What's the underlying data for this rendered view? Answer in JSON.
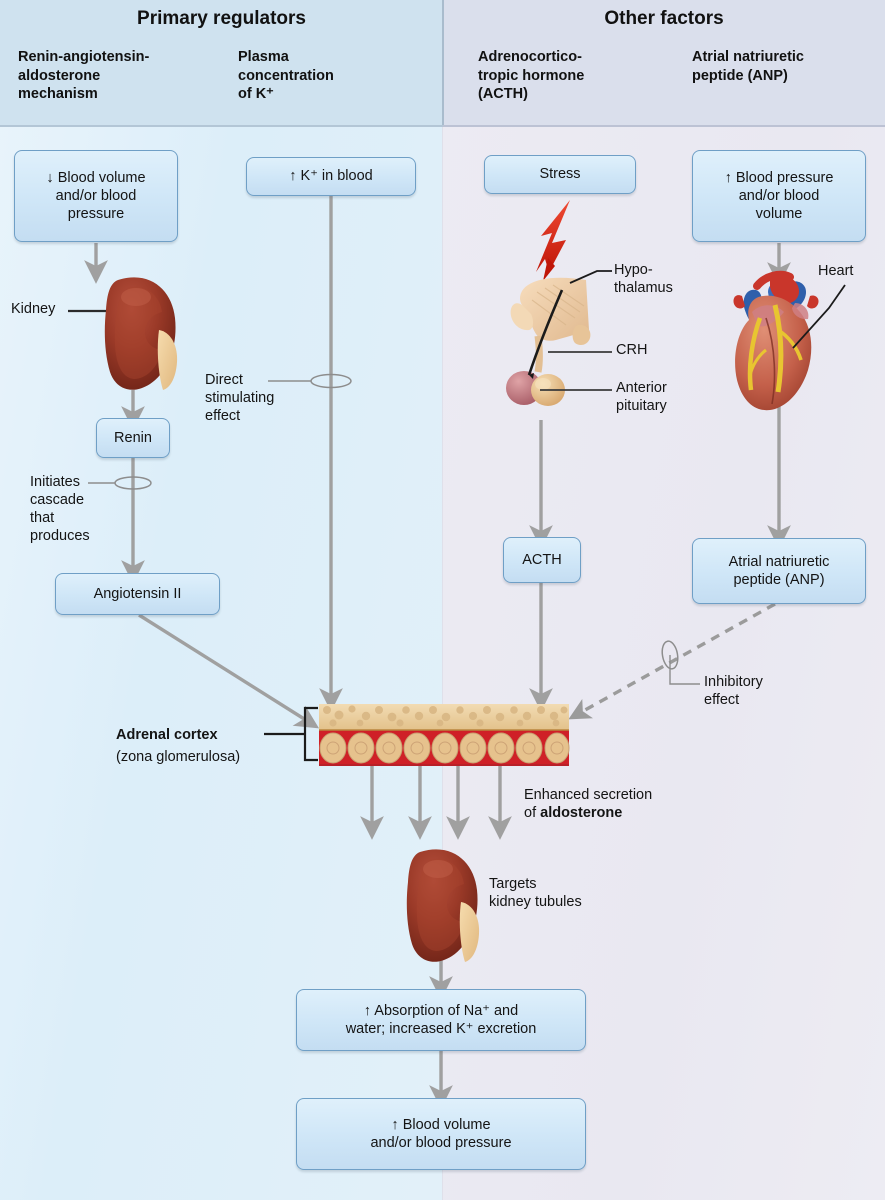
{
  "header": {
    "left_title": "Primary regulators",
    "right_title": "Other factors",
    "columns": [
      {
        "id": "renin-angiotensin-aldosterone",
        "label": "Renin-angiotensin-\naldosterone\nmechanism"
      },
      {
        "id": "plasma-k",
        "label": "Plasma\nconcentration\nof K⁺"
      },
      {
        "id": "acth",
        "label": "Adrenocortico-\ntropic hormone\n(ACTH)"
      },
      {
        "id": "anp",
        "label": "Atrial natriuretic\npeptide (ANP)"
      }
    ]
  },
  "boxes": {
    "blood_volume_down": "↓ Blood volume\nand/or blood\npressure",
    "k_in_blood": "↑ K⁺ in  blood",
    "stress": "Stress",
    "blood_pressure_up": "↑ Blood pressure\nand/or blood\nvolume",
    "renin": "Renin",
    "angiotensin_ii": "Angiotensin II",
    "acth": "ACTH",
    "anp": "Atrial natriuretic\npeptide (ANP)",
    "absorption": "↑ Absorption of Na⁺ and\nwater; increased K⁺ excretion",
    "blood_volume_up": "↑ Blood volume\nand/or blood pressure"
  },
  "labels": {
    "kidney": "Kidney",
    "direct_stimulating_effect": "Direct\nstimulating\neffect",
    "initiates_cascade": "Initiates\ncascade\nthat\nproduces",
    "hypothalamus": "Hypo-\nthalamus",
    "crh": "CRH",
    "anterior_pituitary": "Anterior\npituitary",
    "heart": "Heart",
    "inhibitory_effect": "Inhibitory\neffect",
    "adrenal_cortex": "Adrenal cortex",
    "zona_glomerulosa": "(zona glomerulosa)",
    "enhanced_secretion_line1": "Enhanced secretion",
    "enhanced_secretion_line2_prefix": "of ",
    "enhanced_secretion_line2_bold": "aldosterone",
    "targets_kidney_tubules": "Targets\nkidney tubules"
  },
  "icons": {
    "lightning": "lightning-bolt-icon",
    "kidney_top": "kidney-icon",
    "kidney_bottom": "kidney-icon",
    "hypothalamus_pituitary": "hypothalamus-pituitary-icon",
    "heart": "heart-icon",
    "adrenal_cortex_strip": "adrenal-cortex-tissue-icon"
  },
  "colors": {
    "header_left_bg": "#cfe2ef",
    "header_right_bg": "#dadfec",
    "panel_left_bg": "#dceef9",
    "panel_right_bg": "#e9e8f1",
    "box_fill": "#cfe6f7",
    "box_border": "#6f9fc6",
    "arrow_gray": "#a0a0a0",
    "lightning_red": "#d9291c",
    "kidney_red": "#8e3023",
    "cortex_tan": "#e8c58f",
    "cortex_red": "#d2232a"
  }
}
